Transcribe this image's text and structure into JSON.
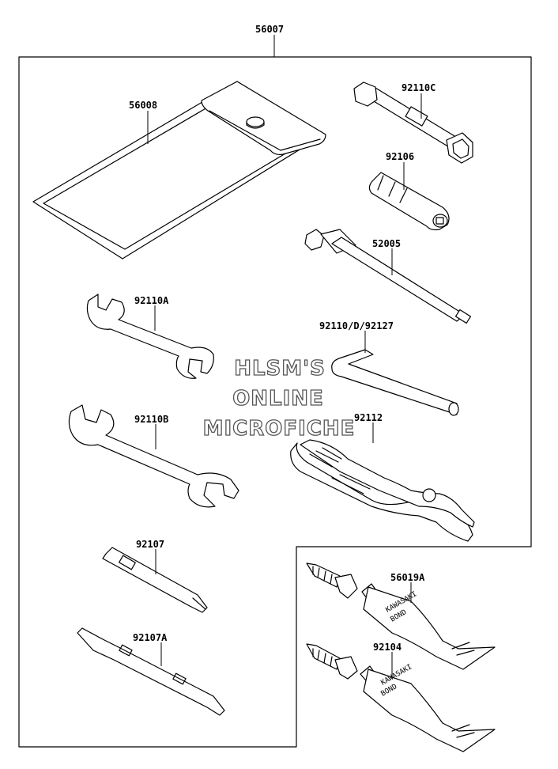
{
  "assembly": {
    "number": "56007"
  },
  "parts": {
    "p56008": "56008",
    "p92110C": "92110C",
    "p92106": "92106",
    "p52005": "52005",
    "p92110A": "92110A",
    "p92110D": "92110/D/92127",
    "p92110B": "92110B",
    "p92112": "92112",
    "p92107": "92107",
    "p92107A": "92107A",
    "p56019A": "56019A",
    "p92104": "92104"
  },
  "tube_text": {
    "line1": "KAWASAKI",
    "line2": "BOND"
  },
  "watermark": {
    "line1": "HLSM'S",
    "line2": "ONLINE",
    "line3": "MICROFICHE"
  }
}
